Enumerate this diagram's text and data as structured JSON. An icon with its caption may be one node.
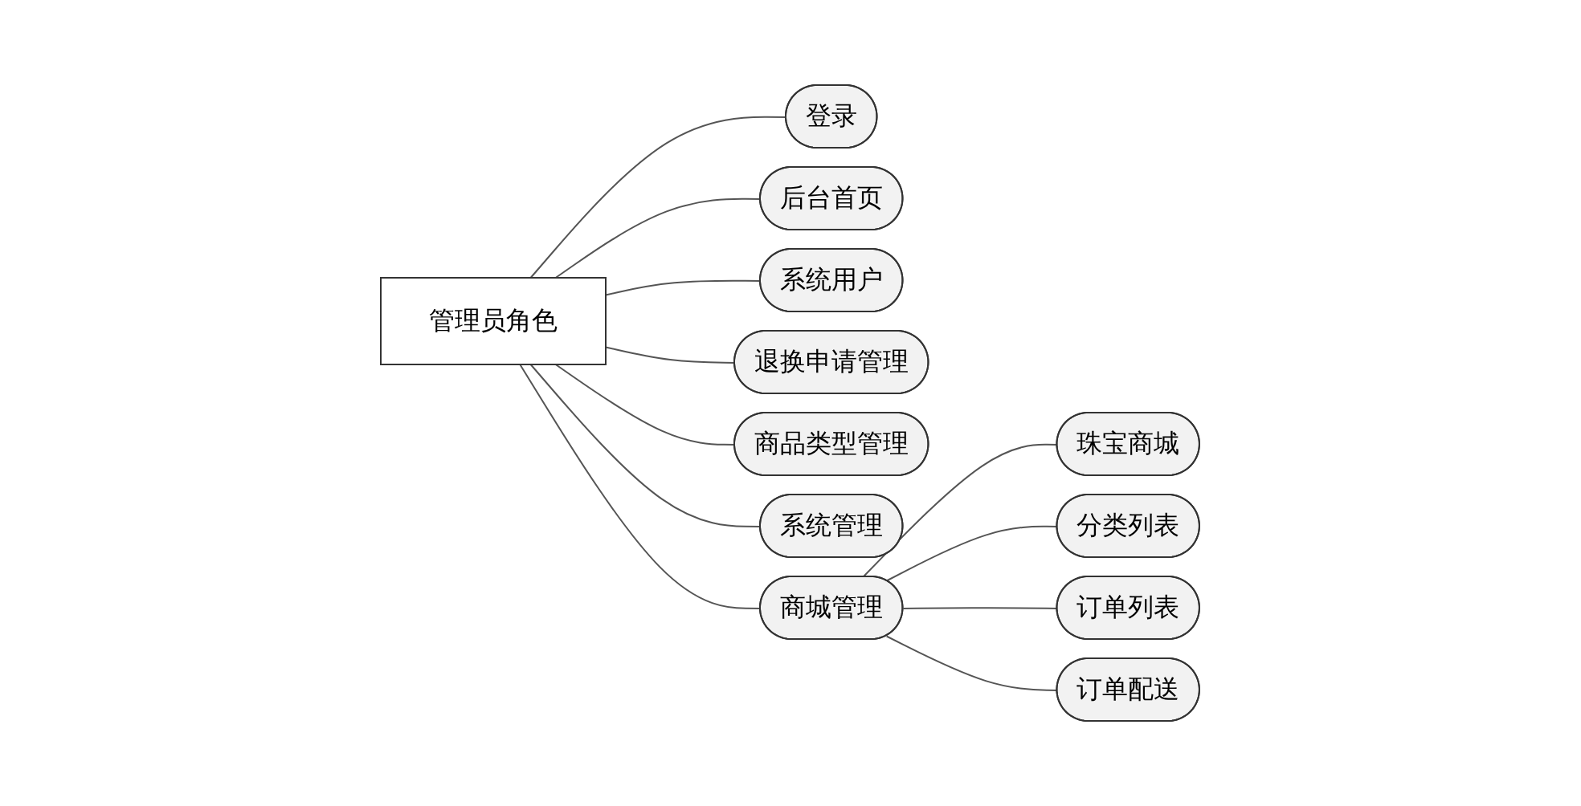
{
  "diagram": {
    "nodes": [
      {
        "text": [
          "管理员角色"
        ]
      },
      {
        "text": [
          "登录"
        ]
      },
      {
        "text": [
          "后台首页"
        ]
      },
      {
        "text": [
          "系统用户"
        ]
      },
      {
        "text": [
          "退换申请管理"
        ]
      },
      {
        "text": [
          "商品类型管理"
        ]
      },
      {
        "text": [
          "系统管理"
        ]
      },
      {
        "text": [
          "商城管理"
        ]
      },
      {
        "text": [
          "珠宝商城"
        ]
      },
      {
        "text": [
          "分类列表"
        ]
      },
      {
        "text": [
          "订单列表"
        ]
      },
      {
        "text": [
          "订单配送"
        ]
      }
    ],
    "edges": [
      {
        "from": 0,
        "to": 1,
        "arrow": "none"
      },
      {
        "from": 0,
        "to": 2,
        "arrow": "none"
      },
      {
        "from": 0,
        "to": 3,
        "arrow": "none"
      },
      {
        "from": 0,
        "to": 4,
        "arrow": "none"
      },
      {
        "from": 0,
        "to": 5,
        "arrow": "none"
      },
      {
        "from": 0,
        "to": 6,
        "arrow": "none"
      },
      {
        "from": 0,
        "to": 7,
        "arrow": "none"
      },
      {
        "from": 7,
        "to": 8,
        "arrow": "none"
      },
      {
        "from": 7,
        "to": 9,
        "arrow": "none"
      },
      {
        "from": 7,
        "to": 10,
        "arrow": "none"
      },
      {
        "from": 7,
        "to": 11,
        "arrow": "none"
      }
    ]
  }
}
